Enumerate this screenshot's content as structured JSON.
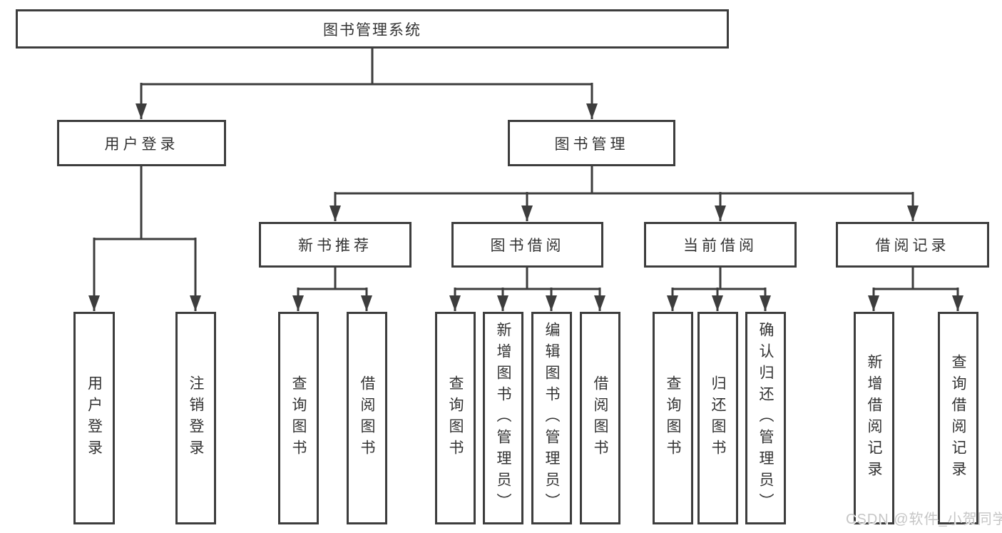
{
  "tree": {
    "label": "图书管理系统",
    "children": [
      {
        "label": "用户登录",
        "children": [
          {
            "label": "用户登录"
          },
          {
            "label": "注销登录"
          }
        ]
      },
      {
        "label": "图书管理",
        "children": [
          {
            "label": "新书推荐",
            "children": [
              {
                "label": "查询图书"
              },
              {
                "label": "借阅图书"
              }
            ]
          },
          {
            "label": "图书借阅",
            "children": [
              {
                "label": "查询图书"
              },
              {
                "label": "新增图书（管理员）"
              },
              {
                "label": "编辑图书（管理员）"
              },
              {
                "label": "借阅图书"
              }
            ]
          },
          {
            "label": "当前借阅",
            "children": [
              {
                "label": "查询图书"
              },
              {
                "label": "归还图书"
              },
              {
                "label": "确认归还（管理员）"
              }
            ]
          },
          {
            "label": "借阅记录",
            "children": [
              {
                "label": "新增借阅记录"
              },
              {
                "label": "查询借阅记录"
              }
            ]
          }
        ]
      }
    ]
  },
  "watermark": {
    "text": "CSDN @软件_小贺同学"
  },
  "colors": {
    "line": "#3d3d3d",
    "text": "#333333",
    "watermark": "#c6c6c6",
    "bg": "#ffffff"
  }
}
